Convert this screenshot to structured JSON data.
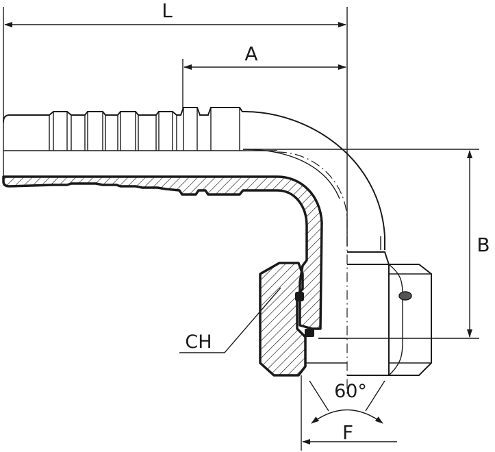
{
  "labels": {
    "L": "L",
    "A": "A",
    "B": "B",
    "CH": "CH",
    "F": "F",
    "angle": "60°"
  },
  "colors": {
    "line": "#1a1a1a",
    "background": "#ffffff"
  }
}
